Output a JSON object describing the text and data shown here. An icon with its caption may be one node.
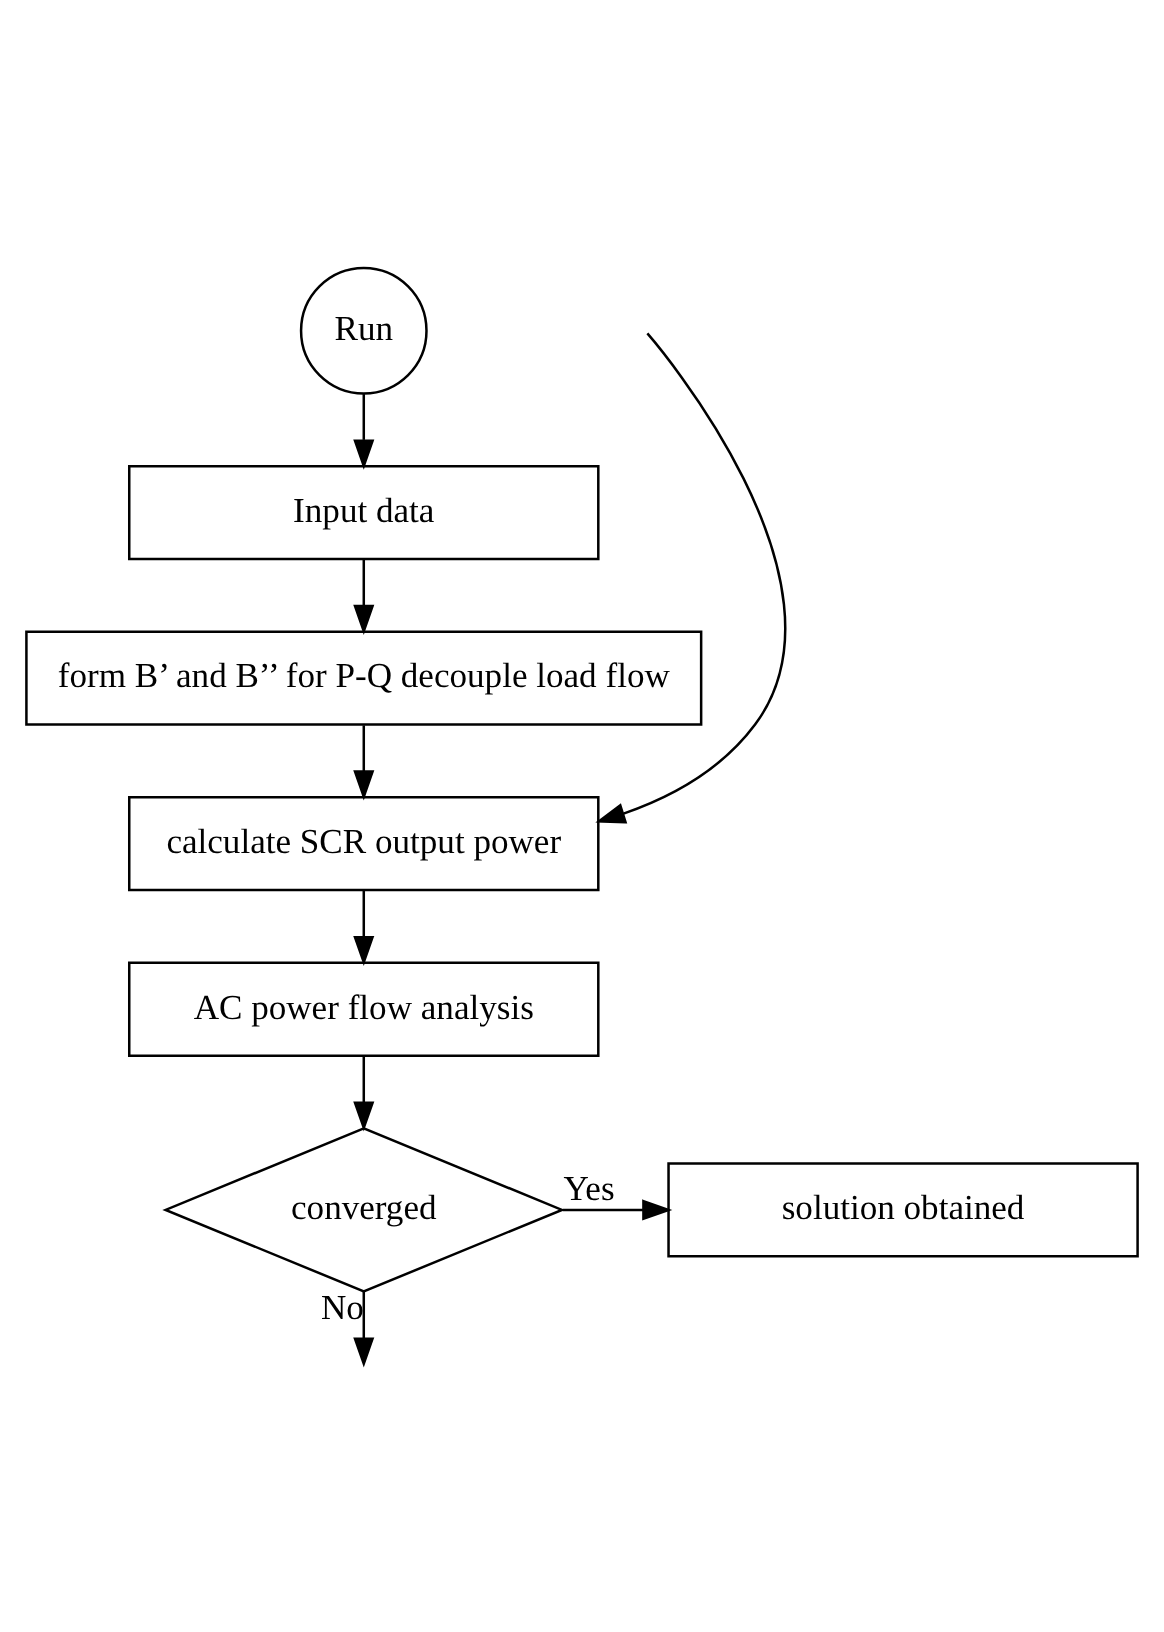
{
  "diagram": {
    "nodes": [
      {
        "text": [
          "Run"
        ]
      },
      {
        "text": [
          "Input data"
        ]
      },
      {
        "text": [
          "form B’ and B’’ for P-Q decouple load flow"
        ]
      },
      {
        "text": [
          "calculate SCR output power"
        ]
      },
      {
        "text": [
          "AC power flow analysis"
        ]
      },
      {
        "text": [
          "converged"
        ]
      },
      {
        "text": [
          "solution obtained"
        ]
      }
    ],
    "edges": [
      {
        "from": 0,
        "to": 1,
        "arrow": "to"
      },
      {
        "from": 1,
        "to": 2,
        "arrow": "to"
      },
      {
        "from": 2,
        "to": 3,
        "arrow": "to"
      },
      {
        "from": 3,
        "to": 4,
        "arrow": "to"
      },
      {
        "from": 4,
        "to": 5,
        "arrow": "to"
      },
      {
        "from": 5,
        "to": 6,
        "label": "Yes",
        "arrow": "to"
      },
      {
        "from": 5,
        "to": null,
        "label": "No",
        "arrow": "to"
      },
      {
        "from": null,
        "to": 3,
        "arrow": "to"
      }
    ]
  }
}
